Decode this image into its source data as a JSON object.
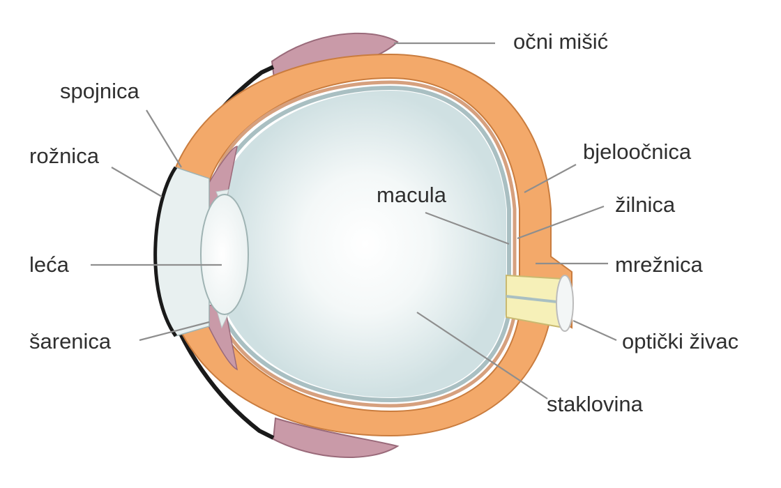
{
  "labels": {
    "ocni_misic": "očni mišić",
    "spojnica": "spojnica",
    "roznica": "rožnica",
    "leca": "leća",
    "sarenica": "šarenica",
    "macula": "macula",
    "bjeloocnica": "bjeloočnica",
    "zilnica": "žilnica",
    "mreznica": "mrežnica",
    "opticki_zivac": "optički živac",
    "staklovina": "staklovina"
  },
  "colors": {
    "background": "#ffffff",
    "sclera": "#f3a96a",
    "sclera_outline": "#c97c3e",
    "muscle": "#c99aa8",
    "muscle_outline": "#9a6a7a",
    "vitreous": "#dde9ea",
    "vitreous_center": "#ffffff",
    "retina": "#a9bfc2",
    "cornea": "#e8f0f0",
    "conjunctiva": "#1a1a1a",
    "optic_nerve": "#f6f0b8",
    "leader_lines": "#8e8e8e",
    "text": "#2f2f2f"
  }
}
